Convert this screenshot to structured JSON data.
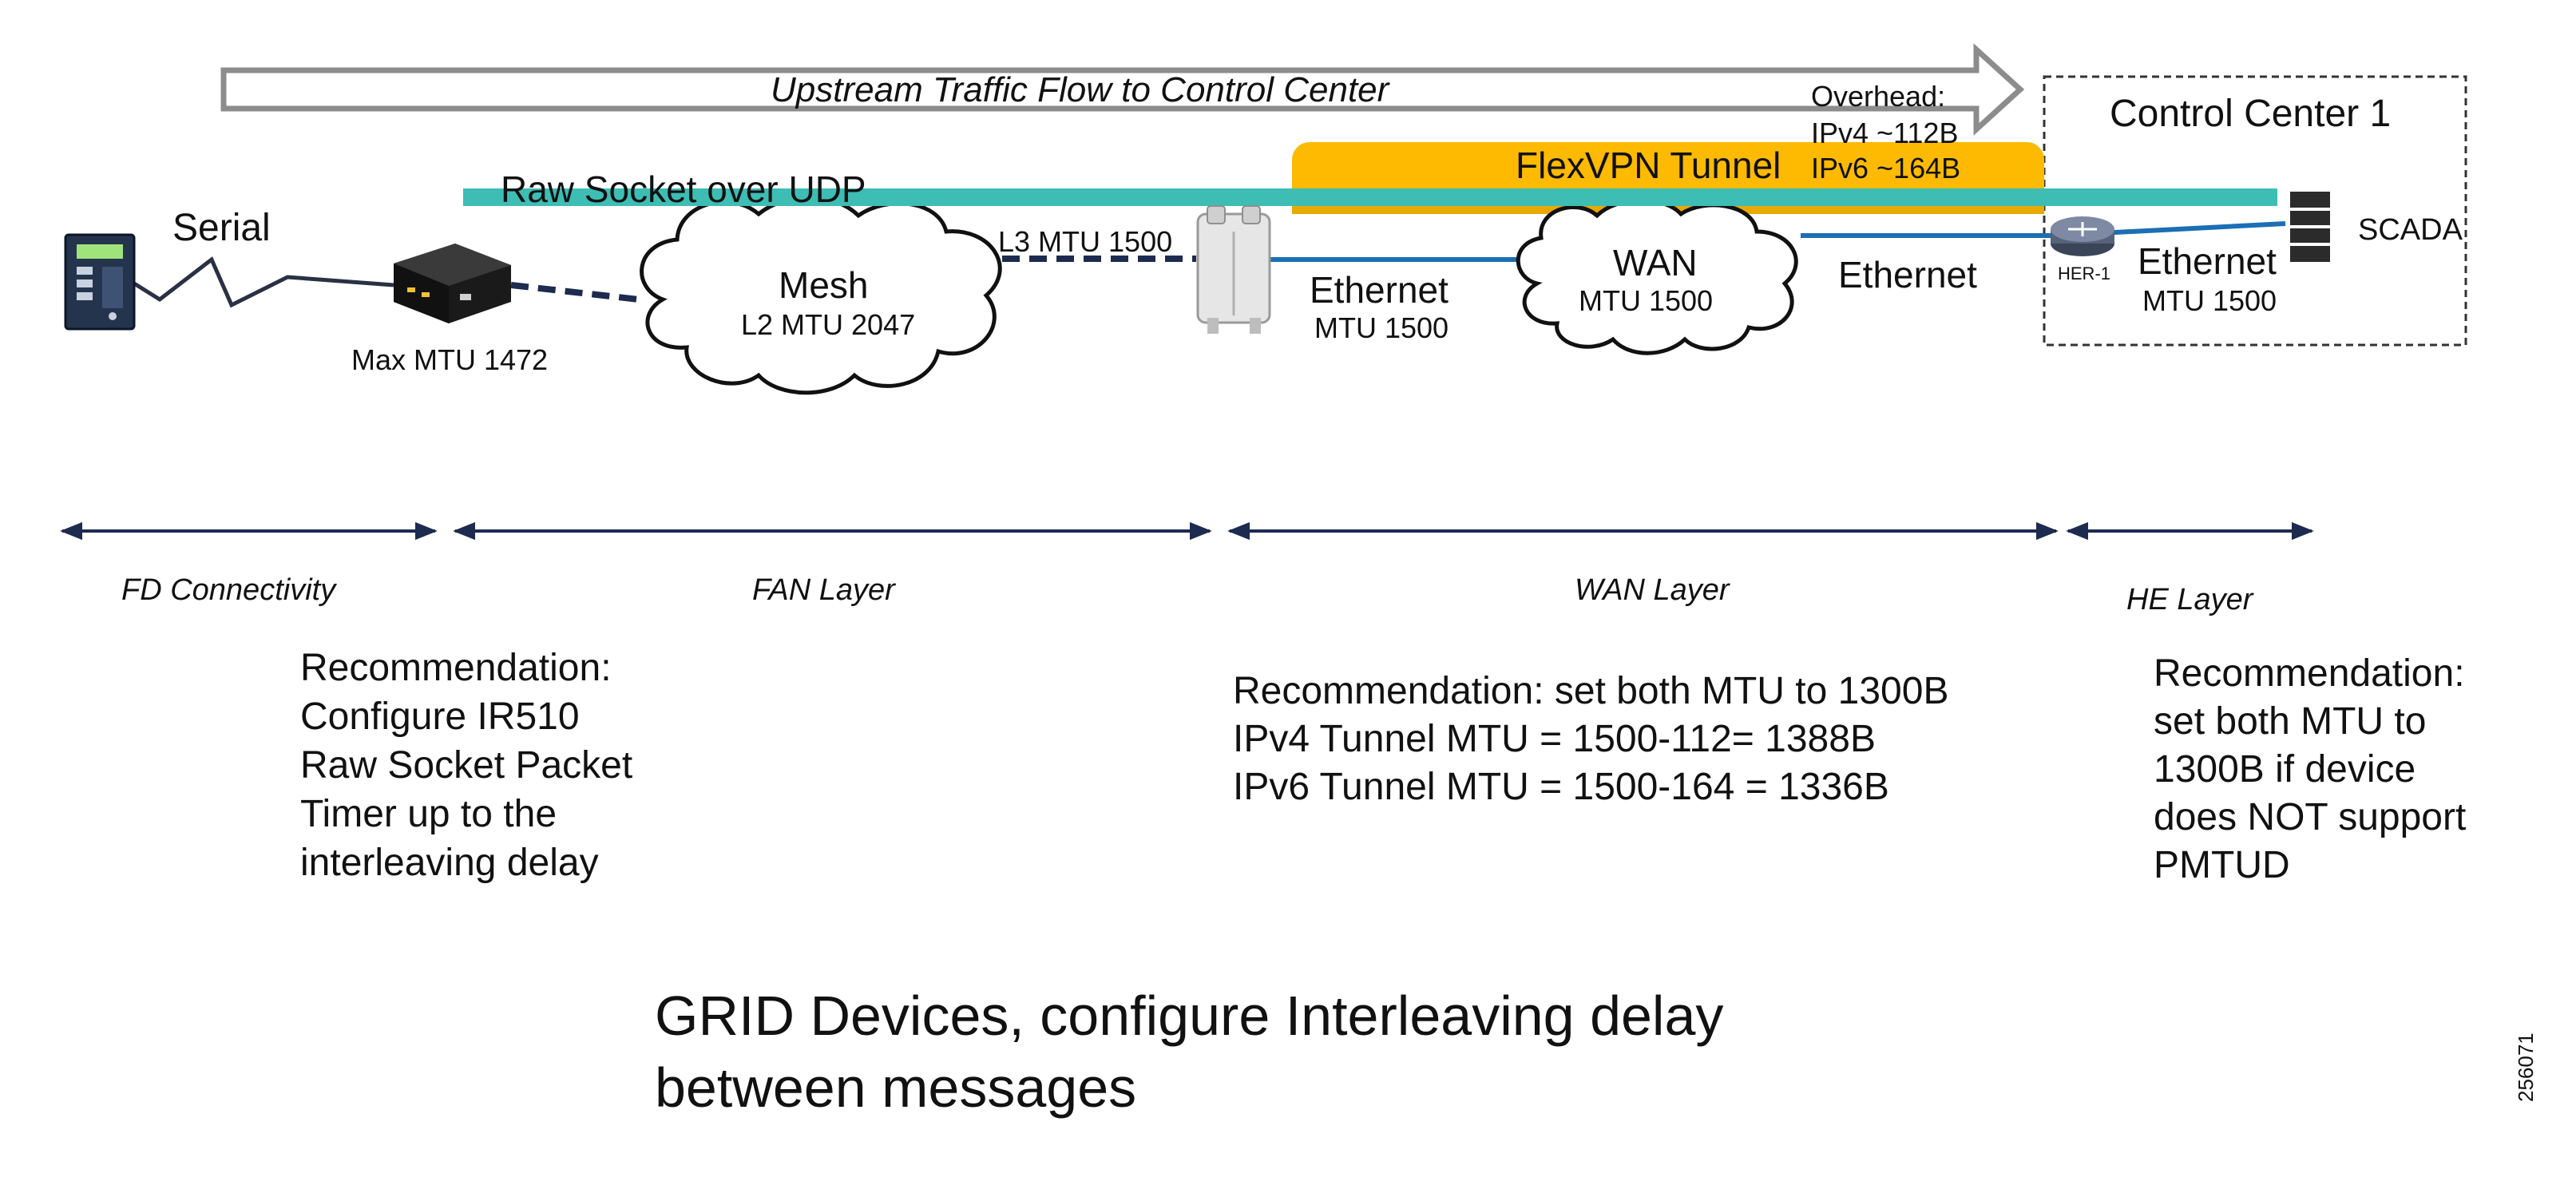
{
  "banner": {
    "label": "Upstream Traffic Flow to Control Center"
  },
  "overhead": {
    "title": "Overhead:",
    "ipv4": "IPv4 ~112B",
    "ipv6": "IPv6 ~164B"
  },
  "tunnels": {
    "flexvpn": "FlexVPN Tunnel",
    "raw_socket": "Raw Socket over UDP"
  },
  "control_center": {
    "title": "Control Center 1",
    "her_label": "HER-1",
    "scada_label": "SCADA",
    "ethernet": "Ethernet",
    "mtu": "MTU 1500"
  },
  "links": {
    "serial": "Serial",
    "router_mtu": "Max MTU 1472",
    "l3_mtu": "L3 MTU 1500",
    "ethernet_left": "Ethernet",
    "ethernet_left_mtu": "MTU 1500",
    "ethernet_right": "Ethernet"
  },
  "clouds": {
    "mesh": {
      "title": "Mesh",
      "mtu": "L2 MTU 2047"
    },
    "wan": {
      "title": "WAN",
      "mtu": "MTU 1500"
    }
  },
  "layers": [
    {
      "label": "FD Connectivity"
    },
    {
      "label": "FAN Layer"
    },
    {
      "label": "WAN Layer"
    },
    {
      "label": "HE Layer"
    }
  ],
  "recommendations": {
    "fd": "Recommendation:\nConfigure IR510\nRaw Socket Packet\nTimer up to the\ninterleaving delay",
    "wan": "Recommendation: set both MTU to 1300B\nIPv4 Tunnel MTU = 1500-112= 1388B\nIPv6 Tunnel MTU = 1500-164 = 1336B",
    "he": "Recommendation:\nset both MTU to\n1300B if device\ndoes NOT  support\nPMTUD"
  },
  "footer": {
    "line1": "GRID Devices, configure Interleaving delay",
    "line2": "between messages"
  },
  "figure_id": "256071",
  "colors": {
    "tunnel_orange": "#FDBA00",
    "raw_teal": "#3DBDB4",
    "link_blue": "#1B6FB5",
    "arrow_navy": "#1C2B4F"
  }
}
